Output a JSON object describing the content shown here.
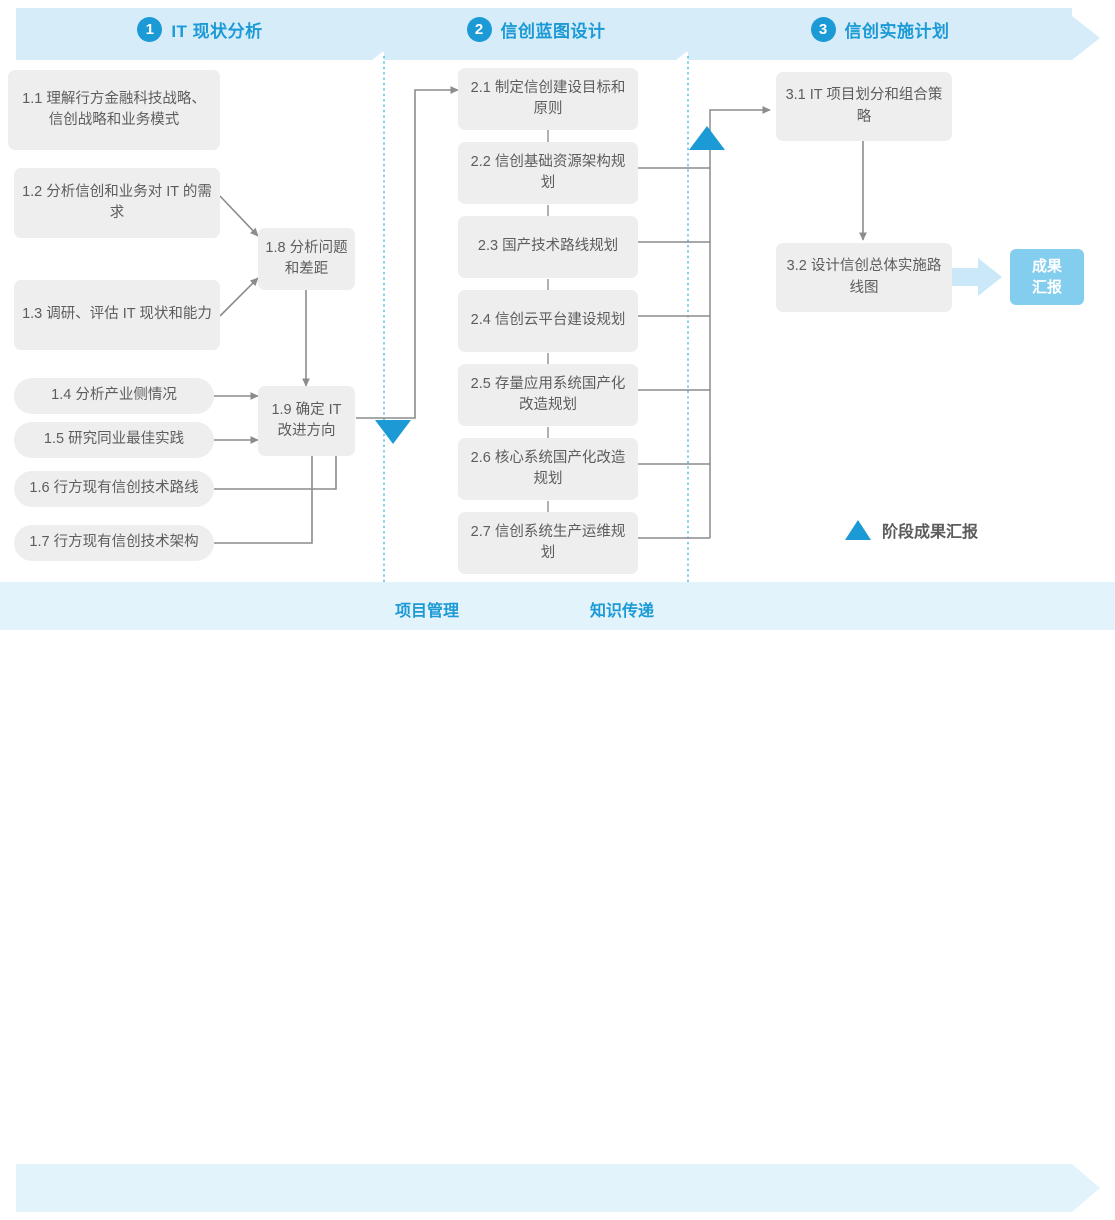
{
  "colors": {
    "accent": "#1b9ad6",
    "band": "#d6ecf8",
    "footer_band": "#e3f3fb",
    "box_fill": "#eeeeee",
    "box_text": "#5d5d5d",
    "result_fill": "#83cdee",
    "connector": "#8c8c8c",
    "divider_dotted": "#5bbfe4"
  },
  "header": {
    "phases": [
      {
        "num": "1",
        "label": "IT 现状分析"
      },
      {
        "num": "2",
        "label": "信创蓝图设计"
      },
      {
        "num": "3",
        "label": "信创实施计划"
      }
    ]
  },
  "phase1": {
    "tasks": [
      {
        "id": "1.1",
        "text": "1.1 理解行方金融科技战略、信创战略和业务模式"
      },
      {
        "id": "1.2",
        "text": "1.2 分析信创和业务对 IT 的需求"
      },
      {
        "id": "1.3",
        "text": "1.3 调研、评估 IT 现状和能力"
      },
      {
        "id": "1.4",
        "text": "1.4 分析产业侧情况"
      },
      {
        "id": "1.5",
        "text": "1.5 研究同业最佳实践"
      },
      {
        "id": "1.6",
        "text": "1.6 行方现有信创技术路线"
      },
      {
        "id": "1.7",
        "text": "1.7 行方现有信创技术架构"
      },
      {
        "id": "1.8",
        "text": "1.8 分析问题和差距"
      },
      {
        "id": "1.9",
        "text": "1.9 确定 IT 改进方向"
      }
    ]
  },
  "phase2": {
    "tasks": [
      {
        "id": "2.1",
        "text": "2.1 制定信创建设目标和原则"
      },
      {
        "id": "2.2",
        "text": "2.2 信创基础资源架构规划"
      },
      {
        "id": "2.3",
        "text": "2.3 国产技术路线规划"
      },
      {
        "id": "2.4",
        "text": "2.4 信创云平台建设规划"
      },
      {
        "id": "2.5",
        "text": "2.5 存量应用系统国产化改造规划"
      },
      {
        "id": "2.6",
        "text": "2.6 核心系统国产化改造规划"
      },
      {
        "id": "2.7",
        "text": "2.7 信创系统生产运维规划"
      }
    ]
  },
  "phase3": {
    "tasks": [
      {
        "id": "3.1",
        "text": "3.1 IT 项目划分和组合策略"
      },
      {
        "id": "3.2",
        "text": "3.2 设计信创总体实施路线图"
      }
    ],
    "result": "成果\n汇报"
  },
  "legend": {
    "marker": "milestone-triangle",
    "text": "阶段成果汇报"
  },
  "footer": {
    "labels": [
      "项目管理",
      "知识传递"
    ]
  }
}
